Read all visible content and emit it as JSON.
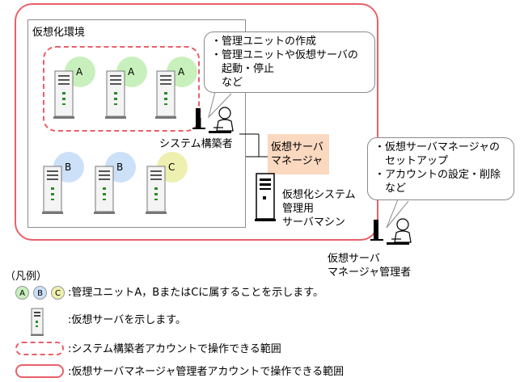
{
  "diagram": {
    "env_label": "仮想化環境",
    "server_groups": [
      {
        "name": "A",
        "color": "#c8f0bc",
        "count": 3
      },
      {
        "name": "B",
        "color": "#cce0f8",
        "count": 2
      },
      {
        "name": "C",
        "color": "#eef0b0",
        "count": 1
      }
    ],
    "builder_bubble": [
      "・管理ユニットの作成",
      "・管理ユニットや仮想サーバの",
      "　起動・停止",
      "　など"
    ],
    "builder_label": "システム構築者",
    "manager_box": [
      "仮想サーバ",
      "マネージャ"
    ],
    "manager_machine": [
      "仮想化システム",
      "管理用",
      "サーバマシン"
    ],
    "admin_bubble": [
      "・仮想サーバマネージャの",
      "　セットアップ",
      "・アカウントの設定・削除",
      "　など"
    ],
    "admin_label": [
      "仮想サーバ",
      "マネージャ管理者"
    ]
  },
  "legend": {
    "title": "（凡例）",
    "circles": [
      "A",
      "B",
      "C"
    ],
    "circle_colors": [
      "#c8f0bc",
      "#cce0f8",
      "#eef0b0"
    ],
    "unit_text": ":管理ユニットA，BまたはCに属することを示します。",
    "server_text": ":仮想サーバを示します。",
    "builder_scope_text": ":システム構築者アカウントで操作できる範囲",
    "admin_scope_text": ":仮想サーバマネージャ管理者アカウントで操作できる範囲"
  }
}
